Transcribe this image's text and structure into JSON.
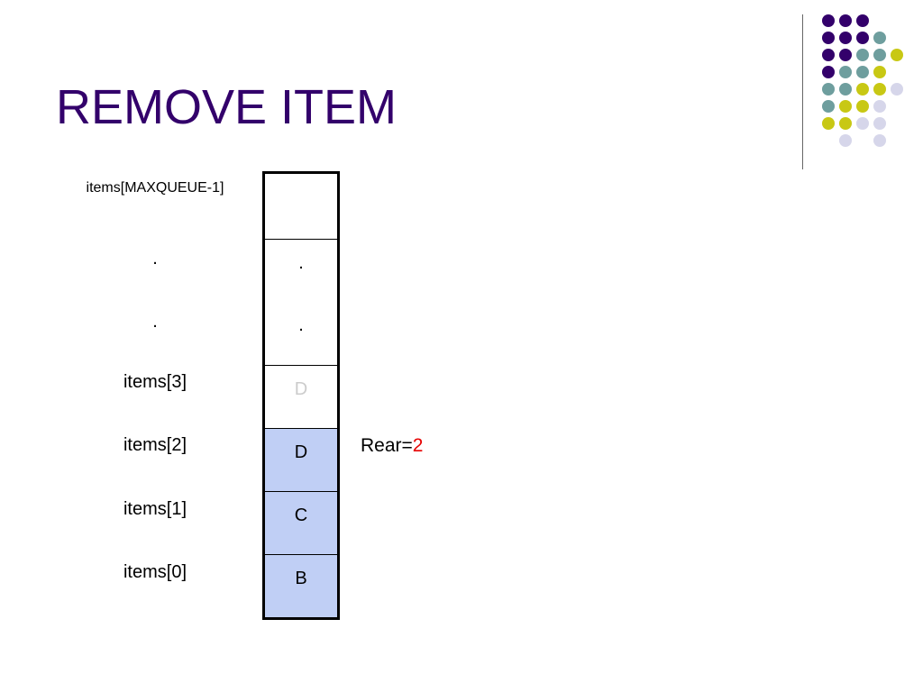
{
  "title": "REMOVE ITEM",
  "colors": {
    "title": "#33006b",
    "filled_cell": "#c0cff5",
    "ghost_text": "#cccccc",
    "rear_value": "#e60000",
    "dot_purple": "#33006b",
    "dot_teal": "#6e9e9e",
    "dot_yellow": "#c8c814",
    "dot_lavender": "#d6d6ea"
  },
  "labels": {
    "max": "items[MAXQUEUE-1]",
    "dot1": ".",
    "dot2": ".",
    "i3": "items[3]",
    "i2": "items[2]",
    "i1": "items[1]",
    "i0": "items[0]"
  },
  "cells": {
    "max": "",
    "dot1": ".",
    "dot2": ".",
    "i3": "D",
    "i2": "D",
    "i1": "C",
    "i0": "B"
  },
  "rear": {
    "label": "Rear=",
    "value": "2"
  }
}
